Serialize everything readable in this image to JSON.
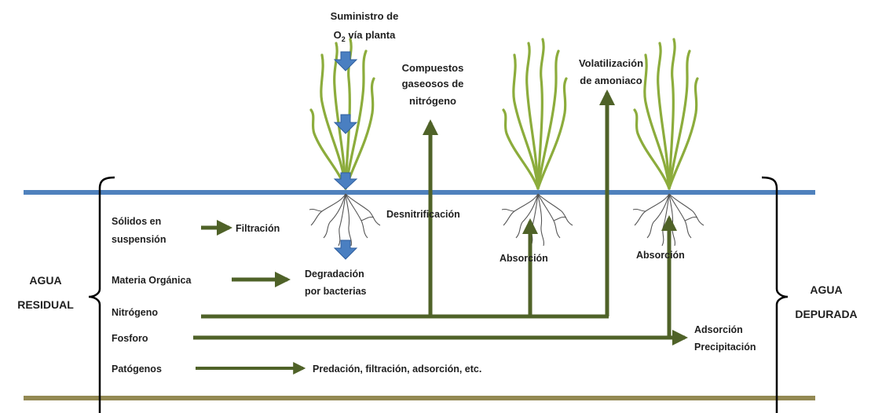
{
  "colors": {
    "water_surface": "#4f81bd",
    "ground": "#938953",
    "arrow": "#4f6228",
    "oxygen_arrow": "#4a7fc1",
    "plant": "#8cac3c",
    "root": "#555555",
    "bracket": "#000000",
    "text": "#1f1f1f"
  },
  "oxygen": {
    "line1": "Suministro de",
    "line2": "O",
    "sub": "2",
    "line2_rest": " vía planta"
  },
  "gases": {
    "line1": "Compuestos",
    "line2": "gaseosos de",
    "line3": "nitrógeno"
  },
  "volatilization": {
    "line1": "Volatilización",
    "line2": "de amoniaco"
  },
  "influent": {
    "line1": "AGUA",
    "line2": "RESIDUAL"
  },
  "effluent": {
    "line1": "AGUA",
    "line2": "DEPURADA"
  },
  "inputs": {
    "solids_line1": "Sólidos en",
    "solids_line2": "suspensión",
    "organic": "Materia Orgánica",
    "nitrogen": "Nitrógeno",
    "phosphorus": "Fosforo",
    "pathogens": "Patógenos"
  },
  "processes": {
    "filtration": "Filtración",
    "degradation_line1": "Degradación",
    "degradation_line2": "por bacterias",
    "denitrification": "Desnitrificación",
    "absorption_1": "Absorción",
    "absorption_2": "Absorción",
    "adsorption_line1": "Adsorción",
    "adsorption_line2": "Precipitación",
    "predation": "Predación, filtración, adsorción, etc."
  },
  "icons": [
    "plant-icon",
    "roots-icon",
    "oxygen-arrow-icon",
    "process-arrow-icon"
  ]
}
